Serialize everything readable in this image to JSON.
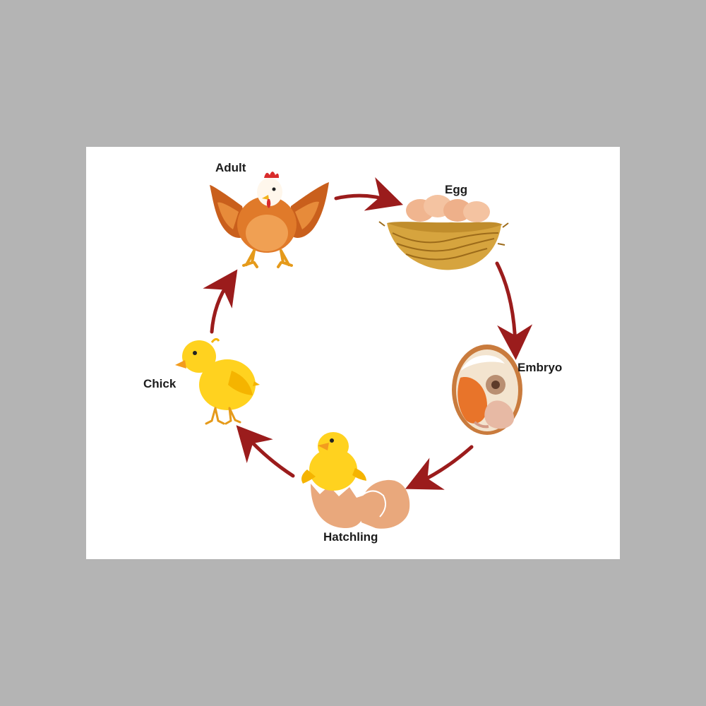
{
  "stages": {
    "adult": "Adult",
    "egg": "Egg",
    "embryo": "Embryo",
    "hatchling": "Hatchling",
    "chick": "Chick"
  },
  "colors": {
    "arrow": "#9b1c1c",
    "background": "#b4b4b4",
    "card": "#ffffff",
    "hen_body": "#e07a2a",
    "chick_yellow": "#ffd21f",
    "egg_shell": "#e9a87c",
    "nest": "#d6a43e"
  }
}
